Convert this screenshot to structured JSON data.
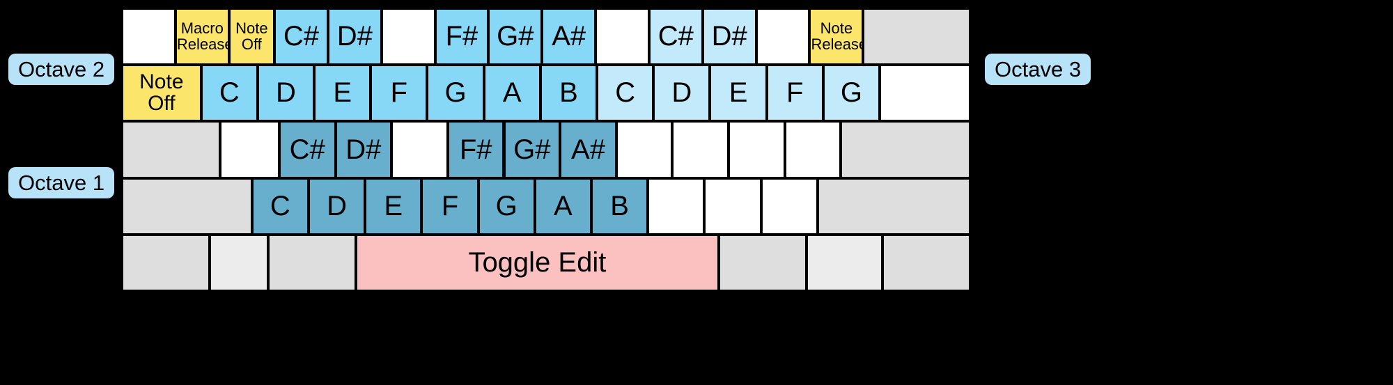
{
  "labels": {
    "octave2": "Octave 2",
    "octave1": "Octave 1",
    "octave3": "Octave 3"
  },
  "colors": {
    "pill": "#b8e2f8",
    "yellow": "#fbe56b",
    "sky_blue": "#87d7f7",
    "light_sky_blue": "#c3eafb",
    "steel_blue": "#68aecd",
    "pink": "#fbc0c0",
    "gray": "#dedede",
    "white": "#ffffff",
    "background": "#000000"
  },
  "keyboard": {
    "rows": [
      {
        "name": "row-1-black-keys-upper",
        "keys": [
          {
            "l1": "",
            "l2": "",
            "color": "c-white",
            "w": 1,
            "size": "fs-mid"
          },
          {
            "l1": "Macro",
            "l2": "Release",
            "color": "c-yellow",
            "w": 1,
            "size": "fs-sm"
          },
          {
            "l1": "Note",
            "l2": "Off",
            "color": "c-yellow",
            "w": 0.85,
            "size": "fs-sm"
          },
          {
            "l1": "C#",
            "l2": "",
            "color": "c-sky",
            "w": 1,
            "size": "fs-big"
          },
          {
            "l1": "D#",
            "l2": "",
            "color": "c-sky",
            "w": 1,
            "size": "fs-big"
          },
          {
            "l1": "",
            "l2": "",
            "color": "c-white",
            "w": 1,
            "size": "fs-big"
          },
          {
            "l1": "F#",
            "l2": "",
            "color": "c-sky",
            "w": 1,
            "size": "fs-big"
          },
          {
            "l1": "G#",
            "l2": "",
            "color": "c-sky",
            "w": 1,
            "size": "fs-big"
          },
          {
            "l1": "A#",
            "l2": "",
            "color": "c-sky",
            "w": 1,
            "size": "fs-big"
          },
          {
            "l1": "",
            "l2": "",
            "color": "c-white",
            "w": 1,
            "size": "fs-big"
          },
          {
            "l1": "C#",
            "l2": "",
            "color": "c-lsky",
            "w": 1,
            "size": "fs-big"
          },
          {
            "l1": "D#",
            "l2": "",
            "color": "c-lsky",
            "w": 1,
            "size": "fs-big"
          },
          {
            "l1": "",
            "l2": "",
            "color": "c-white",
            "w": 1,
            "size": "fs-big"
          },
          {
            "l1": "Note",
            "l2": "Release",
            "color": "c-yellow",
            "w": 1,
            "size": "fs-sm"
          },
          {
            "l1": "",
            "l2": "",
            "color": "c-gray",
            "w": 2,
            "size": "fs-big"
          }
        ]
      },
      {
        "name": "row-2-white-keys-upper",
        "keys": [
          {
            "l1": "Note",
            "l2": "Off",
            "color": "c-yellow",
            "w": 1.4,
            "size": "fs-note"
          },
          {
            "l1": "C",
            "l2": "",
            "color": "c-sky",
            "w": 1,
            "size": "fs-big"
          },
          {
            "l1": "D",
            "l2": "",
            "color": "c-sky",
            "w": 1,
            "size": "fs-big"
          },
          {
            "l1": "E",
            "l2": "",
            "color": "c-sky",
            "w": 1,
            "size": "fs-big"
          },
          {
            "l1": "F",
            "l2": "",
            "color": "c-sky",
            "w": 1,
            "size": "fs-big"
          },
          {
            "l1": "G",
            "l2": "",
            "color": "c-sky",
            "w": 1,
            "size": "fs-big"
          },
          {
            "l1": "A",
            "l2": "",
            "color": "c-sky",
            "w": 1,
            "size": "fs-big"
          },
          {
            "l1": "B",
            "l2": "",
            "color": "c-sky",
            "w": 1,
            "size": "fs-big"
          },
          {
            "l1": "C",
            "l2": "",
            "color": "c-lsky",
            "w": 1,
            "size": "fs-big"
          },
          {
            "l1": "D",
            "l2": "",
            "color": "c-lsky",
            "w": 1,
            "size": "fs-big"
          },
          {
            "l1": "E",
            "l2": "",
            "color": "c-lsky",
            "w": 1,
            "size": "fs-big"
          },
          {
            "l1": "F",
            "l2": "",
            "color": "c-lsky",
            "w": 1,
            "size": "fs-big"
          },
          {
            "l1": "G",
            "l2": "",
            "color": "c-lsky",
            "w": 1,
            "size": "fs-big"
          },
          {
            "l1": "",
            "l2": "",
            "color": "c-white",
            "w": 1.6,
            "size": "fs-big"
          }
        ]
      },
      {
        "name": "row-3-black-keys-lower",
        "keys": [
          {
            "l1": "",
            "l2": "",
            "color": "c-gray",
            "w": 1.75,
            "size": "fs-big"
          },
          {
            "l1": "",
            "l2": "",
            "color": "c-white",
            "w": 1.05,
            "size": "fs-big"
          },
          {
            "l1": "C#",
            "l2": "",
            "color": "c-steel",
            "w": 1,
            "size": "fs-big"
          },
          {
            "l1": "D#",
            "l2": "",
            "color": "c-steel",
            "w": 1,
            "size": "fs-big"
          },
          {
            "l1": "",
            "l2": "",
            "color": "c-white",
            "w": 1,
            "size": "fs-big"
          },
          {
            "l1": "F#",
            "l2": "",
            "color": "c-steel",
            "w": 1,
            "size": "fs-big"
          },
          {
            "l1": "G#",
            "l2": "",
            "color": "c-steel",
            "w": 1,
            "size": "fs-big"
          },
          {
            "l1": "A#",
            "l2": "",
            "color": "c-steel",
            "w": 1,
            "size": "fs-big"
          },
          {
            "l1": "",
            "l2": "",
            "color": "c-white",
            "w": 1,
            "size": "fs-big"
          },
          {
            "l1": "",
            "l2": "",
            "color": "c-white",
            "w": 1,
            "size": "fs-big"
          },
          {
            "l1": "",
            "l2": "",
            "color": "c-white",
            "w": 1,
            "size": "fs-big"
          },
          {
            "l1": "",
            "l2": "",
            "color": "c-white",
            "w": 1,
            "size": "fs-big"
          },
          {
            "l1": "",
            "l2": "",
            "color": "c-gray",
            "w": 2.3,
            "size": "fs-big"
          }
        ]
      },
      {
        "name": "row-4-white-keys-lower",
        "keys": [
          {
            "l1": "",
            "l2": "",
            "color": "c-gray",
            "w": 2.3,
            "size": "fs-big"
          },
          {
            "l1": "C",
            "l2": "",
            "color": "c-steel",
            "w": 1,
            "size": "fs-big"
          },
          {
            "l1": "D",
            "l2": "",
            "color": "c-steel",
            "w": 1,
            "size": "fs-big"
          },
          {
            "l1": "E",
            "l2": "",
            "color": "c-steel",
            "w": 1,
            "size": "fs-big"
          },
          {
            "l1": "F",
            "l2": "",
            "color": "c-steel",
            "w": 1,
            "size": "fs-big"
          },
          {
            "l1": "G",
            "l2": "",
            "color": "c-steel",
            "w": 1,
            "size": "fs-big"
          },
          {
            "l1": "A",
            "l2": "",
            "color": "c-steel",
            "w": 1,
            "size": "fs-big"
          },
          {
            "l1": "B",
            "l2": "",
            "color": "c-steel",
            "w": 1,
            "size": "fs-big"
          },
          {
            "l1": "",
            "l2": "",
            "color": "c-white",
            "w": 1,
            "size": "fs-big"
          },
          {
            "l1": "",
            "l2": "",
            "color": "c-white",
            "w": 1,
            "size": "fs-big"
          },
          {
            "l1": "",
            "l2": "",
            "color": "c-white",
            "w": 1,
            "size": "fs-big"
          },
          {
            "l1": "",
            "l2": "",
            "color": "c-gray",
            "w": 2.7,
            "size": "fs-big"
          }
        ]
      },
      {
        "name": "row-5-modifier-row",
        "keys": [
          {
            "l1": "",
            "l2": "",
            "color": "c-gray",
            "w": 1.5,
            "size": "fs-big"
          },
          {
            "l1": "",
            "l2": "",
            "color": "c-gray2",
            "w": 1,
            "size": "fs-big"
          },
          {
            "l1": "",
            "l2": "",
            "color": "c-gray",
            "w": 1.5,
            "size": "fs-big"
          },
          {
            "l1": "Toggle Edit",
            "l2": "",
            "color": "c-pink",
            "w": 6.2,
            "size": "fs-big"
          },
          {
            "l1": "",
            "l2": "",
            "color": "c-gray",
            "w": 1.5,
            "size": "fs-big"
          },
          {
            "l1": "",
            "l2": "",
            "color": "c-gray2",
            "w": 1.3,
            "size": "fs-big"
          },
          {
            "l1": "",
            "l2": "",
            "color": "c-gray",
            "w": 1.5,
            "size": "fs-big"
          }
        ]
      }
    ]
  }
}
